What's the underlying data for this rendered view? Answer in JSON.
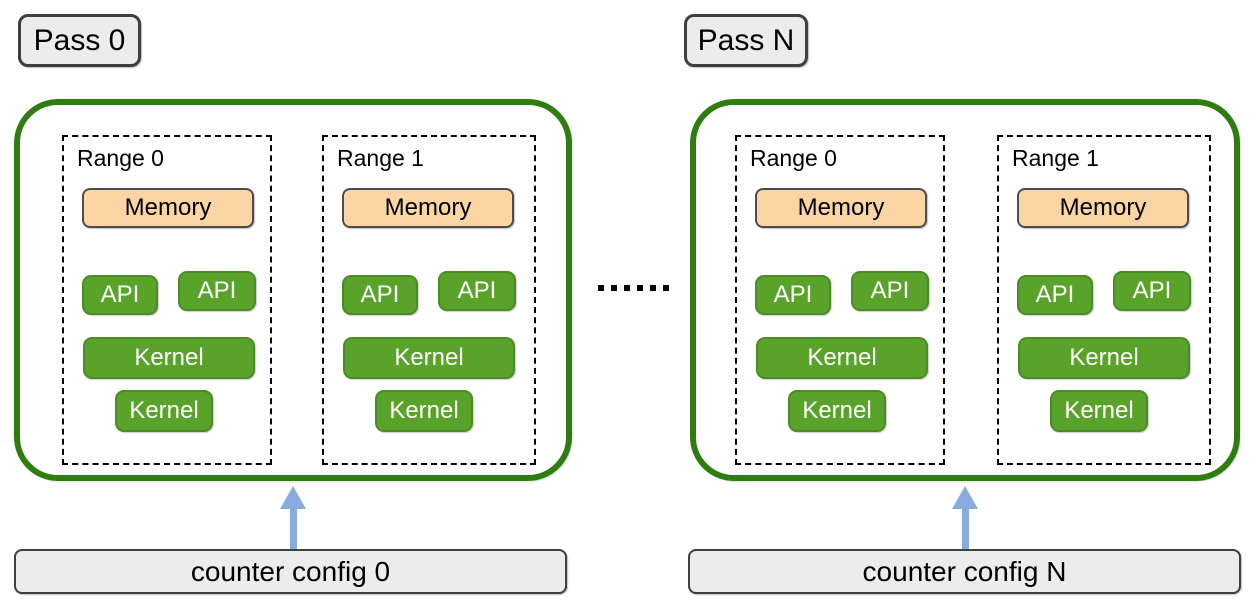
{
  "passes": [
    {
      "label": "Pass 0",
      "counter_config": "counter config 0",
      "ranges": [
        {
          "label": "Range 0",
          "memory_label": "Memory",
          "api_labels": [
            "API",
            "API"
          ],
          "kernel_labels": [
            "Kernel",
            "Kernel"
          ]
        },
        {
          "label": "Range 1",
          "memory_label": "Memory",
          "api_labels": [
            "API",
            "API"
          ],
          "kernel_labels": [
            "Kernel",
            "Kernel"
          ]
        }
      ]
    },
    {
      "label": "Pass N",
      "counter_config": "counter config N",
      "ranges": [
        {
          "label": "Range 0",
          "memory_label": "Memory",
          "api_labels": [
            "API",
            "API"
          ],
          "kernel_labels": [
            "Kernel",
            "Kernel"
          ]
        },
        {
          "label": "Range 1",
          "memory_label": "Memory",
          "api_labels": [
            "API",
            "API"
          ],
          "kernel_labels": [
            "Kernel",
            "Kernel"
          ]
        }
      ]
    }
  ],
  "ellipsis_dot_count": 6,
  "colors": {
    "container_border": "#2f7d11",
    "green_fill": "#5aa32b",
    "green_border": "#4c8c24",
    "memory_fill": "#fbd5a4",
    "memory_border": "#4d4d4d",
    "label_fill": "#ececec",
    "label_border": "#3f3f3f",
    "arrow_blue": "#88abe2"
  }
}
